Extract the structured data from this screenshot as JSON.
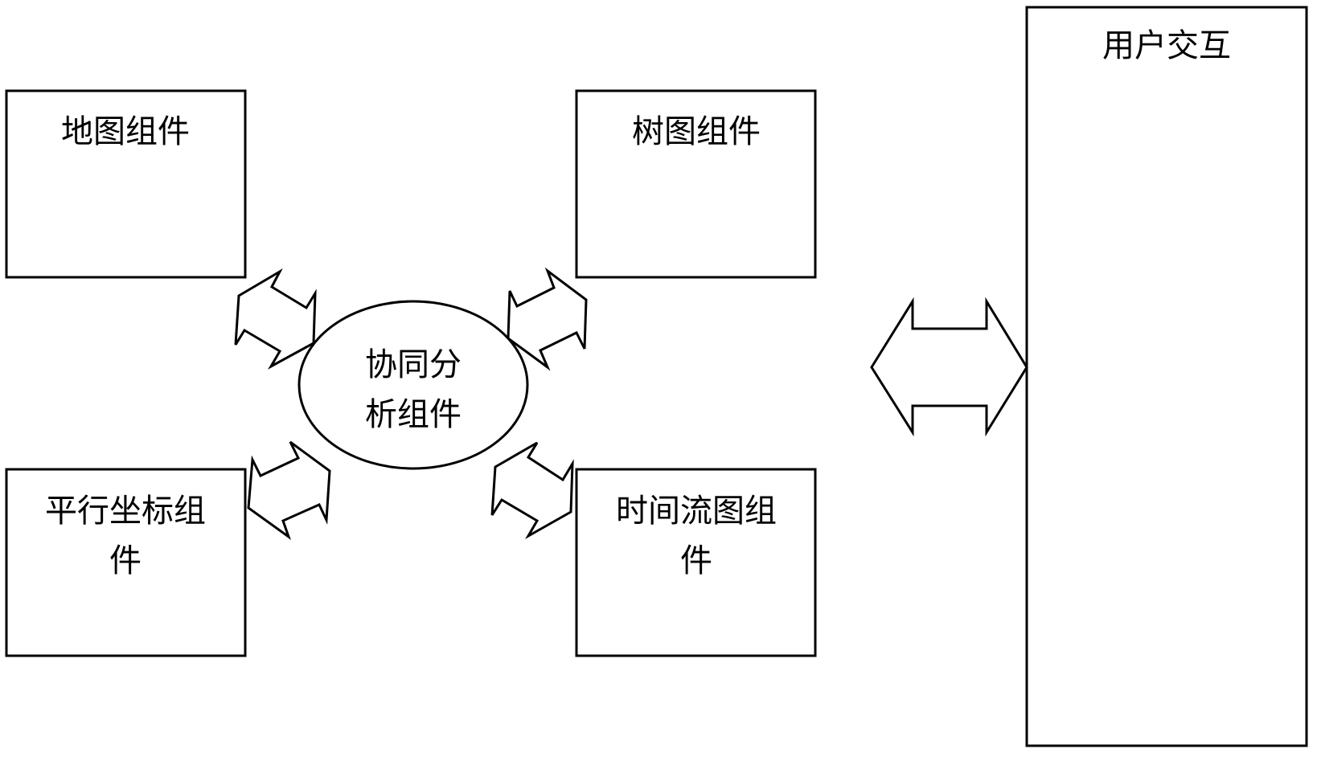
{
  "diagram": {
    "type": "component-architecture",
    "nodes": {
      "map": {
        "lines": [
          "地图组件"
        ]
      },
      "tree": {
        "lines": [
          "树图组件"
        ]
      },
      "parallel": {
        "lines": [
          "平行坐标组",
          "件"
        ]
      },
      "timeflow": {
        "lines": [
          "时间流图组",
          "件"
        ]
      },
      "collab": {
        "lines": [
          "协同分",
          "析组件"
        ]
      },
      "user": {
        "lines": [
          "用户交互"
        ]
      }
    },
    "edges": [
      {
        "from": "map",
        "to": "collab",
        "style": "double-arrow"
      },
      {
        "from": "tree",
        "to": "collab",
        "style": "double-arrow"
      },
      {
        "from": "parallel",
        "to": "collab",
        "style": "double-arrow"
      },
      {
        "from": "timeflow",
        "to": "collab",
        "style": "double-arrow"
      },
      {
        "from": "collab-group",
        "to": "user",
        "style": "double-arrow"
      }
    ],
    "colors": {
      "stroke": "#000000",
      "fill": "#ffffff",
      "text": "#000000"
    }
  }
}
